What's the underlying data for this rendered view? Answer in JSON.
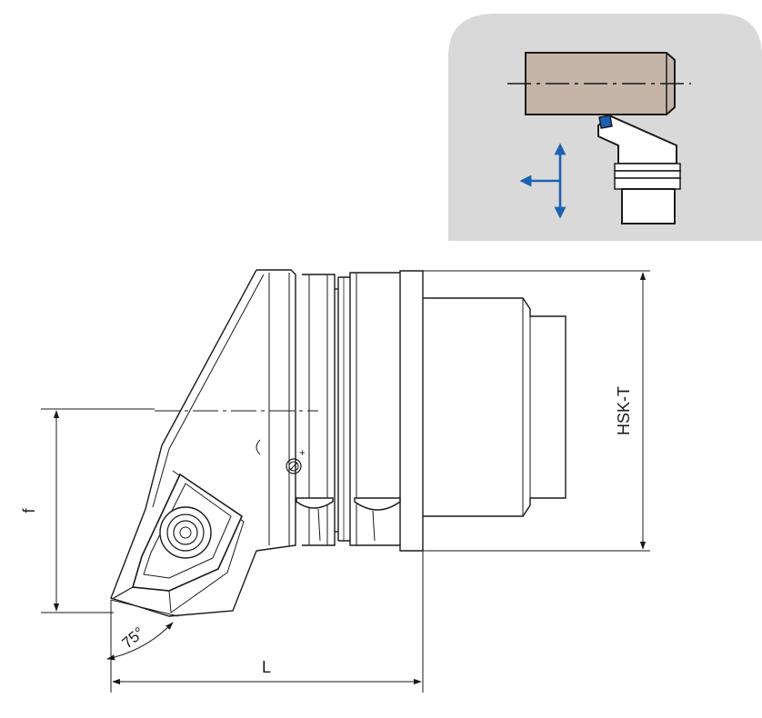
{
  "labels": {
    "f": "f",
    "hsk_t": "HSK-T",
    "l": "L",
    "angle": "75°",
    "plus": "+"
  },
  "colors": {
    "inset_background": "#d9d9d9",
    "workpiece": "#c4b5a8",
    "arrow": "#1b62b0",
    "insert_blue": "#1d5fb5",
    "line": "#1a1a1a",
    "fill_light": "#ffffff"
  },
  "icons": {
    "movement_arrows": "cross-arrows-icon",
    "workpiece": "cylinder-workpiece-icon",
    "tool_holder": "turning-tool-holder-icon"
  }
}
